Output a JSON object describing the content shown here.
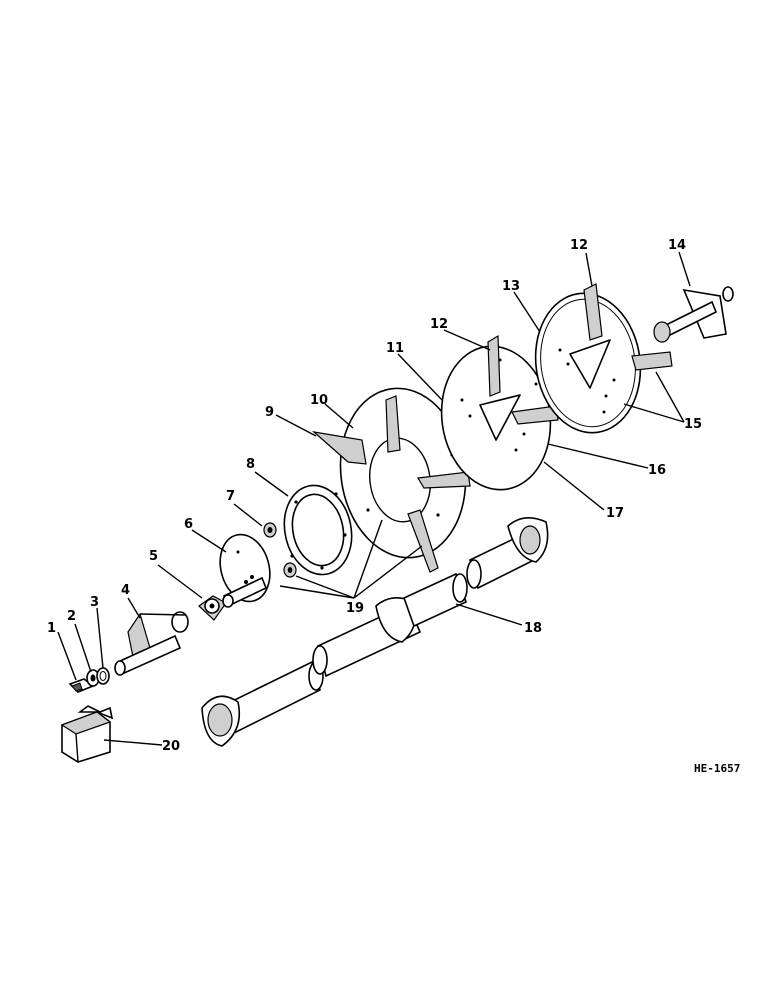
{
  "part_labels": [
    {
      "text": "1"
    },
    {
      "text": "2"
    },
    {
      "text": "3"
    },
    {
      "text": "4"
    },
    {
      "text": "5"
    },
    {
      "text": "6"
    },
    {
      "text": "7"
    },
    {
      "text": "8"
    },
    {
      "text": "9"
    },
    {
      "text": "10"
    },
    {
      "text": "11"
    },
    {
      "text": "12"
    },
    {
      "text": "12"
    },
    {
      "text": "13"
    },
    {
      "text": "14"
    },
    {
      "text": "15"
    },
    {
      "text": "16"
    },
    {
      "text": "17"
    },
    {
      "text": "18"
    },
    {
      "text": "19"
    },
    {
      "text": "20"
    }
  ],
  "drawing_code": "HE-1657"
}
